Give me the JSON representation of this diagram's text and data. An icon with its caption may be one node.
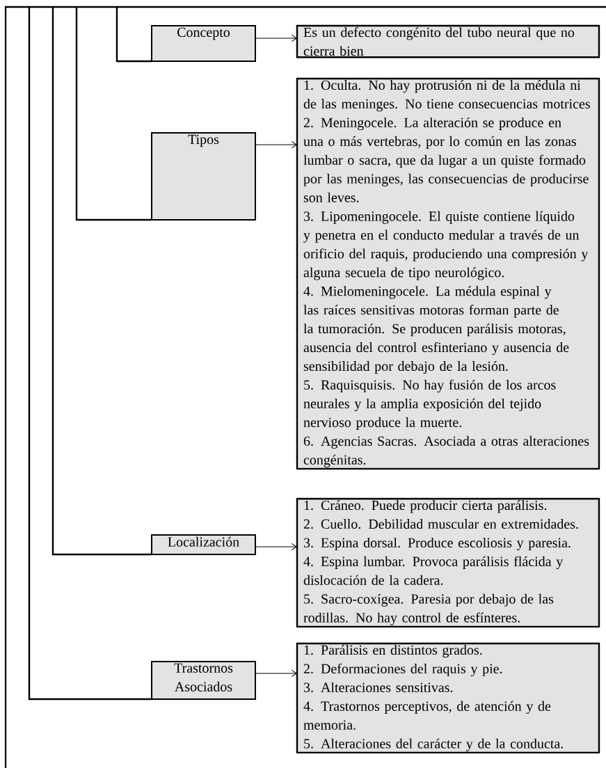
{
  "diagram": {
    "nodes": [
      {
        "text": [
          "Concepto"
        ]
      },
      {
        "text": [
          "Es un defecto congénito del tubo neural que no cierra bien"
        ]
      },
      {
        "text": [
          "Tipos"
        ]
      },
      {
        "text": [
          "1. Oculta. No hay protrusión ni de la médula ni de las meninges. No tiene consecuencias motrices",
          "2. Meningocele. La alteración se produce en una o más vertebras, por lo común en las zonas lumbar o sacra, que da lugar a un quiste formado por las meninges, las consecuencias de producirse son leves.",
          "3. Lipomeningocele. El quiste contiene líquido y penetra en el conducto medular a través de un orificio del raquis, produciendo una compresión y alguna secuela de tipo neurológico.",
          "4. Mielomeningocele. La médula espinal y las raíces sensitivas motoras forman parte de la tumoración. Se producen parálisis motoras, ausencia del control esfinteriano y ausencia de sensibilidad por debajo de la lesión.",
          "5. Raquisquisis. No hay fusión de los arcos neurales y la amplia exposición del tejido nervioso produce la muerte.",
          "6. Agencias Sacras. Asociada a otras alteraciones congénitas."
        ]
      },
      {
        "text": [
          "Localización"
        ]
      },
      {
        "text": [
          "1. Cráneo. Puede producir cierta parálisis.",
          "2. Cuello. Debilidad muscular en extremidades.",
          "3. Espina dorsal. Produce escoliosis y paresia.",
          "4. Espina lumbar. Provoca parálisis flácida y dislocación de la cadera.",
          "5. Sacro-coxígea. Paresia por debajo de las rodillas. No hay control de esfínteres."
        ]
      },
      {
        "text": [
          "Trastornos Asociados"
        ]
      },
      {
        "text": [
          "1. Parálisis en distintos grados.",
          "2. Deformaciones del raquis y pie.",
          "3. Alteraciones sensitivas.",
          "4. Trastornos perceptivos, de atención y de memoria.",
          "5. Alteraciones del carácter y de la conducta."
        ]
      }
    ],
    "edges": [
      {
        "from": 0,
        "to": 1,
        "arrow": "to"
      },
      {
        "from": 2,
        "to": 3,
        "arrow": "to"
      },
      {
        "from": 4,
        "to": 5,
        "arrow": "to"
      },
      {
        "from": 6,
        "to": 7,
        "arrow": "to"
      }
    ]
  }
}
